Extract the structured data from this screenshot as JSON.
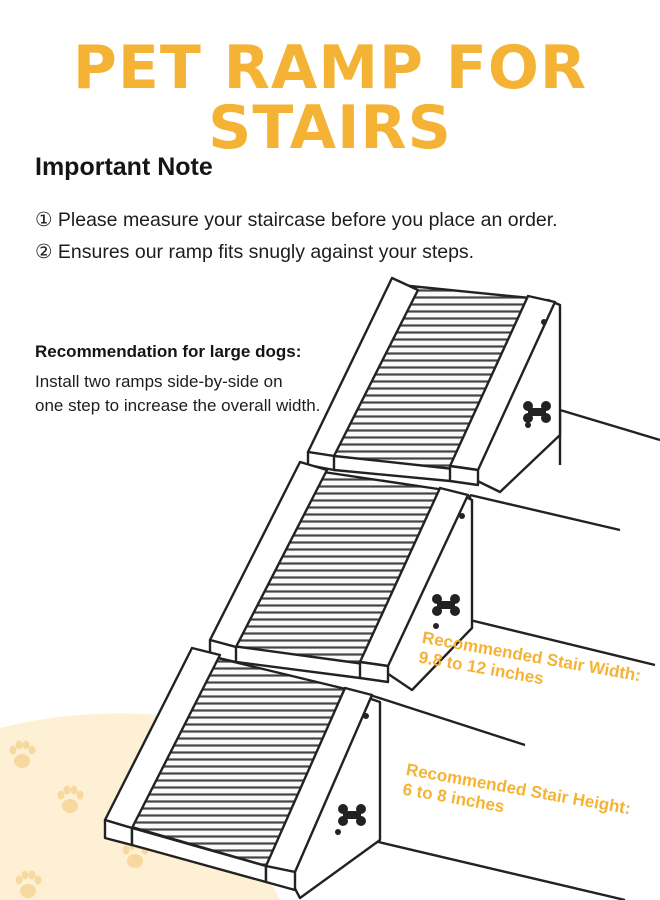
{
  "header": {
    "title": "PET RAMP FOR STAIRS"
  },
  "important_note": {
    "heading": "Important Note",
    "lines": [
      "① Please measure your staircase before you place an order.",
      "② Ensures our ramp fits snugly against your steps."
    ]
  },
  "recommendation": {
    "heading": "Recommendation for large dogs:",
    "lines": [
      "Install two ramps side-by-side on",
      "one step to increase the overall width."
    ]
  },
  "stair_width": {
    "label": "Recommended Stair Width:",
    "value": "9.8 to 12 inches"
  },
  "stair_height": {
    "label": "Recommended Stair Height:",
    "value": "6 to 8 inches"
  },
  "colors": {
    "accent": "#f5b335",
    "background_blob": "#fdf0d5",
    "paw": "#f7d9a0"
  },
  "icons": [
    "paw-print-icon",
    "bone-handle-icon"
  ]
}
